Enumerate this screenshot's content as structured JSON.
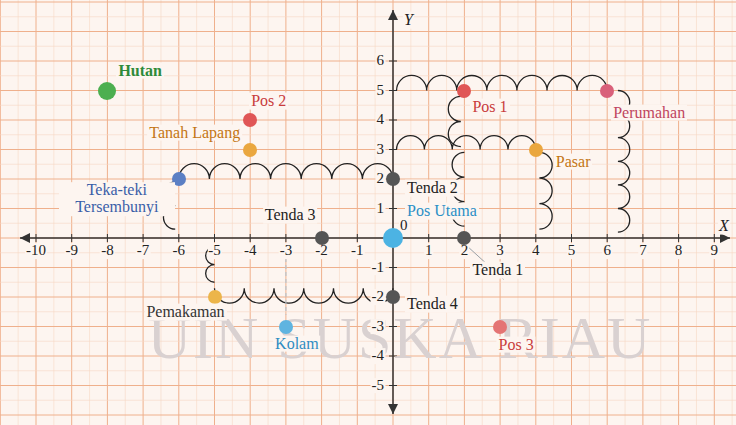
{
  "diagram": {
    "nodes": [
      {
        "text": [
          "Hutan"
        ]
      },
      {
        "text": [
          "Pos 2"
        ]
      },
      {
        "text": [
          "Pos 1"
        ]
      },
      {
        "text": [
          "Perumahan"
        ]
      },
      {
        "text": [
          "Tanah Lapang"
        ]
      },
      {
        "text": [
          "Pasar"
        ]
      },
      {
        "text": [
          "Teka-teki Tersembunyi"
        ]
      },
      {
        "text": [
          "Tenda 2"
        ]
      },
      {
        "text": [
          "Tenda 3"
        ]
      },
      {
        "text": [
          "Pos Utama"
        ]
      },
      {
        "text": [
          "Tenda 1"
        ]
      },
      {
        "text": [
          "Pemakaman"
        ]
      },
      {
        "text": [
          "Tenda 4"
        ]
      },
      {
        "text": [
          "Kolam"
        ]
      },
      {
        "text": [
          "Pos 3"
        ]
      }
    ],
    "labels": [
      "X",
      "Y",
      "0",
      "-10",
      "-9",
      "-8",
      "-7",
      "-6",
      "-5",
      "-4",
      "-3",
      "-2",
      "-1",
      "1",
      "2",
      "3",
      "4",
      "5",
      "6",
      "7",
      "8",
      "9",
      "6",
      "5",
      "4",
      "3",
      "2",
      "1",
      "-1",
      "-2",
      "-3",
      "-4",
      "-5",
      "UIN SUSKA RIAU"
    ]
  }
}
